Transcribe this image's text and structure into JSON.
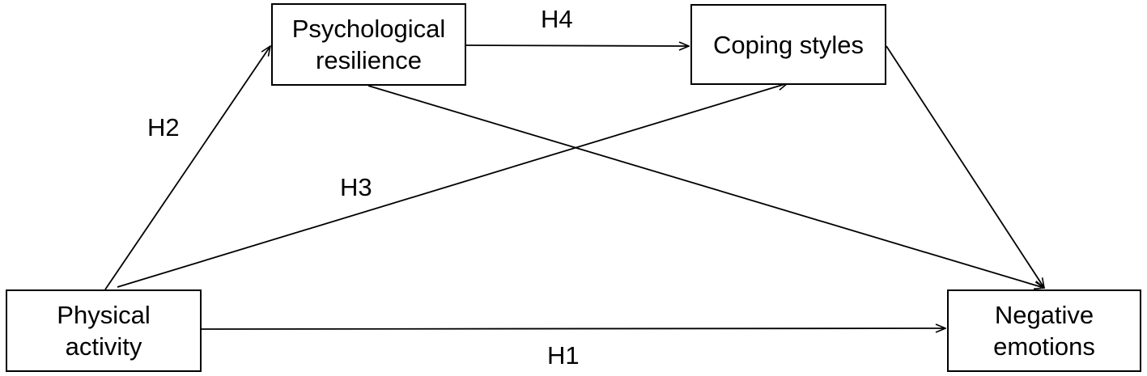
{
  "nodes": {
    "physical_activity": {
      "line1": "Physical",
      "line2": "activity"
    },
    "psychological_resilience": {
      "line1": "Psychological",
      "line2": "resilience"
    },
    "coping_styles": {
      "line1": "Coping styles"
    },
    "negative_emotions": {
      "line1": "Negative",
      "line2": "emotions"
    }
  },
  "edges": [
    {
      "label": "H1",
      "from": "Physical activity",
      "to": "Negative emotions"
    },
    {
      "label": "H2",
      "from": "Physical activity",
      "to": "Psychological resilience"
    },
    {
      "label": "H3",
      "from": "Physical activity",
      "to": "Coping styles"
    },
    {
      "label": "H4",
      "from": "Psychological resilience",
      "to": "Coping styles"
    },
    {
      "label": "",
      "from": "Psychological resilience",
      "to": "Negative emotions"
    },
    {
      "label": "",
      "from": "Coping styles",
      "to": "Negative emotions"
    }
  ],
  "colors": {
    "line": "#000000",
    "box_border": "#000000",
    "background": "#ffffff"
  }
}
